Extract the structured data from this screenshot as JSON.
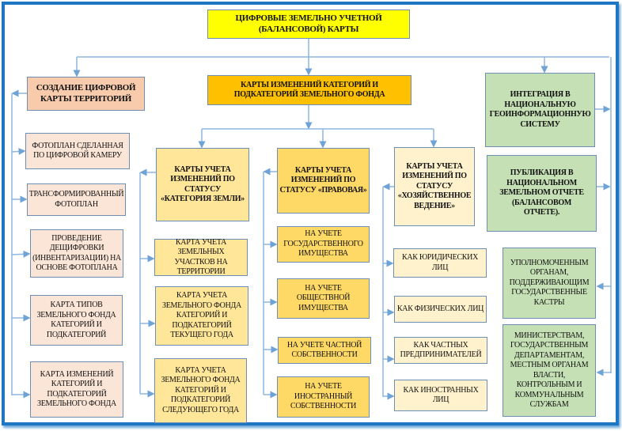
{
  "title": "ЦИФРОВЫЕ ЗЕМЕЛЬНО УЧЕТНОЙ (БАЛАНСОВОЙ) КАРТЫ",
  "creation": {
    "title": "СОЗДАНИЕ ЦИФРОВОЙ КАРТЫ ТЕРРИТОРИЙ",
    "items": [
      "ФОТОПЛАН СДЕЛАННАЯ ПО ЦИФРОВОЙ КАМЕРУ",
      "ТРАНСФОРМИРОВАННЫЙ ФОТОПЛАН",
      "ПРОВЕДЕНИЕ ДЕЩИФРОВКИ (ИНВЕНТАРИЗАЦИИ) НА ОСНОВЕ ФОТОПЛАНА",
      "КАРТА ТИПОВ ЗЕМЕЛЬНОГО ФОНДА КАТЕГОРИЙ И ПОДКАТЕГОРИЙ",
      "КАРТА ИЗМЕНЕНИЙ КАТЕГОРИЙ И ПОДКАТЕГОРИЙ ЗЕМЕЛЬНОГО ФОНДА"
    ]
  },
  "changes": {
    "title": "КАРТЫ ИЗМЕНЕНИЙ КАТЕГОРИЙ И ПОДКАТЕГОРИЙ ЗЕМЕЛЬНОГО ФОНДА",
    "category": {
      "title": "КАРТЫ УЧЕТА ИЗМЕНЕНИЙ ПО СТАТУСУ «КАТЕГОРИЯ ЗЕМЛИ»",
      "items": [
        "КАРТА УЧЕТА ЗЕМЕЛЬНЫХ УЧАСТКОВ НА ТЕРРИТОРИИ",
        "КАРТА УЧЕТА ЗЕМЕЛЬНОГО ФОНДА КАТЕГОРИЙ И ПОДКАТЕГОРИЙ ТЕКУЩЕГО ГОДА",
        "КАРТА УЧЕТА ЗЕМЕЛЬНОГО ФОНДА КАТЕГОРИЙ И ПОДКАТЕГОРИЙ СЛЕДУЮЩЕГО ГОДА"
      ]
    },
    "legal": {
      "title": "КАРТЫ УЧЕТА ИЗМЕНЕНИЙ ПО СТАТУСУ «ПРАВОВАЯ»",
      "items": [
        "НА УЧЕТЕ ГОСУДАРСТВЕННОГО ИМУЩЕСТВА",
        "НА УЧЕТЕ ОБЩЕСТВНОЙ ИМУЩЕСТВА",
        "НА УЧЕТЕ ЧАСТНОЙ СОБСТВЕННОСТИ",
        "НА УЧЕТЕ ИНОСТРАННЫЙ СОБСТВЕННОСТИ"
      ]
    },
    "economic": {
      "title": "КАРТЫ УЧЕТА ИЗМЕНЕНИЙ ПО СТАТУСУ «ХОЗЯЙСТВЕННОЕ ВЕДЕНИЕ»",
      "items": [
        "КАК ЮРИДИЧЕСКИХ ЛИЦ",
        "КАК ФИЗИЧЕСКИХ ЛИЦ",
        "КАК ЧАСТНЫХ ПРЕДПРИНИМАТЕЛЕЙ",
        "КАК ИНОСТРАННЫХ ЛИЦ"
      ]
    }
  },
  "outputs": [
    "ИНТЕГРАЦИЯ В НАЦИОНАЛЬНУЮ ГЕОИНФОРМАЦИОННУЮ СИСТЕМУ",
    "ПУБЛИКАЦИЯ В НАЦИОНАЛЬНОМ ЗЕМЕЛЬНОМ ОТЧЕТЕ (БАЛАНСОВОМ ОТЧЕТЕ)."
  ],
  "recipients": [
    "УПОЛНОМОЧЕННЫМ ОРГАНАМ, ПОДДЕРЖИВАЮЩИМ ГОСУДАРСТВЕННЫЕ КАСТРЫ",
    "МИНИСТЕРСТВАМ, ГОСУДАРСТВЕННЫМ ДЕПАРТАМЕНТАМ, МЕСТНЫМ ОРГАНАМ ВЛАСТИ, КОНТРОЛЬНЫМ И КОММУНАЛЬНЫМ СЛУЖБАМ"
  ]
}
